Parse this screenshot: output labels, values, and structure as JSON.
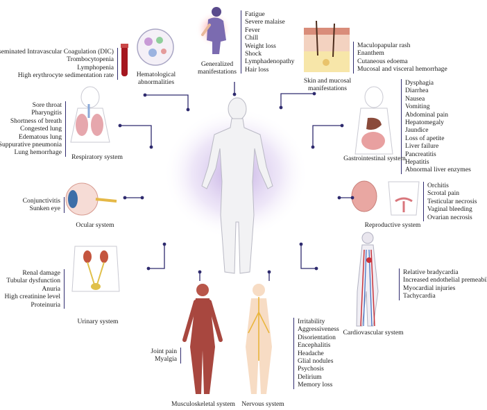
{
  "systems": {
    "generalized": {
      "title_line1": "Generalized",
      "title_line2": "manifestations",
      "items": [
        "Fatigue",
        "Severe malaise",
        "Fever",
        "Chill",
        "Weight loss",
        "Shock",
        "Lymphadenopathy",
        "Hair loss"
      ]
    },
    "hematological": {
      "title_line1": "Hematological",
      "title_line2": "abnormalities",
      "items": [
        "Disseminated Intravascular Coagulation (DIC)",
        "Trombocytopenia",
        "Lymphopenia",
        "High erythrocyte sedimentation rate"
      ]
    },
    "skin": {
      "title_line1": "Skin and mucosal",
      "title_line2": "manifestations",
      "items": [
        "Maculopapular rash",
        "Enanthem",
        "Cutaneous edoema",
        "Mucosal and visceral hemorrhage"
      ]
    },
    "respiratory": {
      "title": "Respiratory system",
      "items": [
        "Sore throat",
        "Pharyngitis",
        "Shortness of breath",
        "Congested lung",
        "Edematous lung",
        "Suppurative pneumonia",
        "Lung hemorrhage"
      ]
    },
    "gastrointestinal": {
      "title": "Gastrointestinal system",
      "items": [
        "Dysphagia",
        "Diarrhea",
        "Nausea",
        "Vomiting",
        "Abdominal pain",
        "Hepatomegaly",
        "Jaundice",
        "Loss of apetite",
        "Liver failure",
        "Pancreatitis",
        "Hepatitis",
        "Abnormal liver enzymes"
      ]
    },
    "ocular": {
      "title": "Ocular system",
      "items": [
        "Conjunctivitis",
        "Sunken eye"
      ]
    },
    "reproductive": {
      "title": "Reproductive system",
      "items": [
        "Orchitis",
        "Scrotal pain",
        "Testicular necrosis",
        "Vaginal bleeding",
        "Ovarian necrosis"
      ]
    },
    "urinary": {
      "title": "Urinary system",
      "items": [
        "Renal damage",
        "Tubular dysfunction",
        "Anuria",
        "High creatinine level",
        "Proteinuria"
      ]
    },
    "cardiovascular": {
      "title": "Cardiovascular system",
      "items": [
        "Relative bradycardia",
        "Increased endothelial premeability",
        "Myocardial injuries",
        "Tachycardia"
      ]
    },
    "musculoskeletal": {
      "title": "Musculoskeletal system",
      "items": [
        "Joint pain",
        "Myalgia"
      ]
    },
    "nervous": {
      "title": "Nervous system",
      "items": [
        "Irritability",
        "Aggressiveness",
        "Disorientation",
        "Encephalitis",
        "Headache",
        "Glial nodules",
        "Psychosis",
        "Delirium",
        "Memory loss"
      ]
    }
  },
  "colors": {
    "connector": "#2e2a6e",
    "glow": "#b79cdc",
    "body": "#f2f2f4",
    "body_outline": "#b9b9c4"
  }
}
